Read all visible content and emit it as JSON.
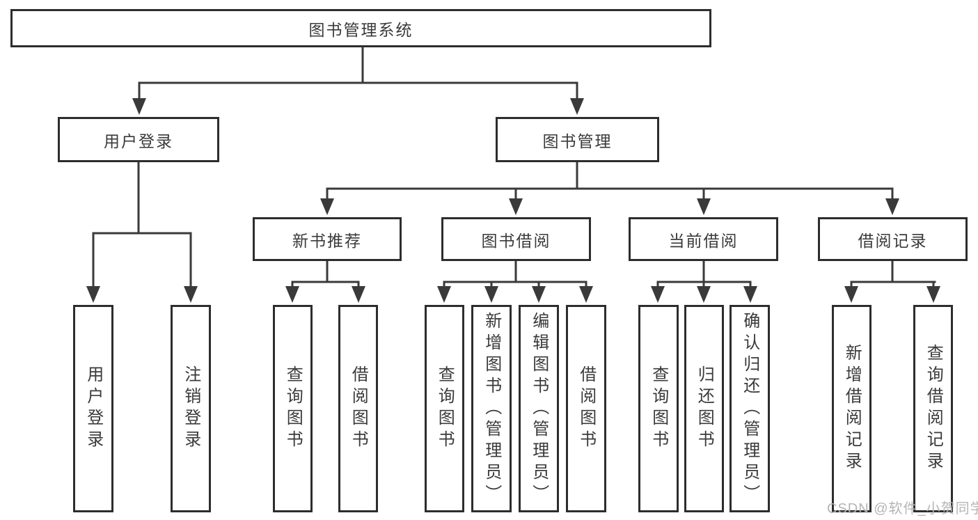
{
  "tree": {
    "label": "图书管理系统",
    "children": [
      {
        "label": "用户登录",
        "children": [
          {
            "label": "用户登录"
          },
          {
            "label": "注销登录"
          }
        ]
      },
      {
        "label": "图书管理",
        "children": [
          {
            "label": "新书推荐",
            "children": [
              {
                "label": "查询图书"
              },
              {
                "label": "借阅图书"
              }
            ]
          },
          {
            "label": "图书借阅",
            "children": [
              {
                "label": "查询图书"
              },
              {
                "label": "新增图书（管理员）"
              },
              {
                "label": "编辑图书（管理员）"
              },
              {
                "label": "借阅图书"
              }
            ]
          },
          {
            "label": "当前借阅",
            "children": [
              {
                "label": "查询图书"
              },
              {
                "label": "归还图书"
              },
              {
                "label": "确认归还（管理员）"
              }
            ]
          },
          {
            "label": "借阅记录",
            "children": [
              {
                "label": "新增借阅记录"
              },
              {
                "label": "查询借阅记录"
              }
            ]
          }
        ]
      }
    ]
  },
  "watermark": {
    "text": "CSDN @软件_小贺同学"
  },
  "colors": {
    "line": "#3a3a3a",
    "box_border": "#2d2d2d",
    "text": "#3a3a3a",
    "watermark": "#b5b5b5",
    "background": "#ffffff"
  }
}
